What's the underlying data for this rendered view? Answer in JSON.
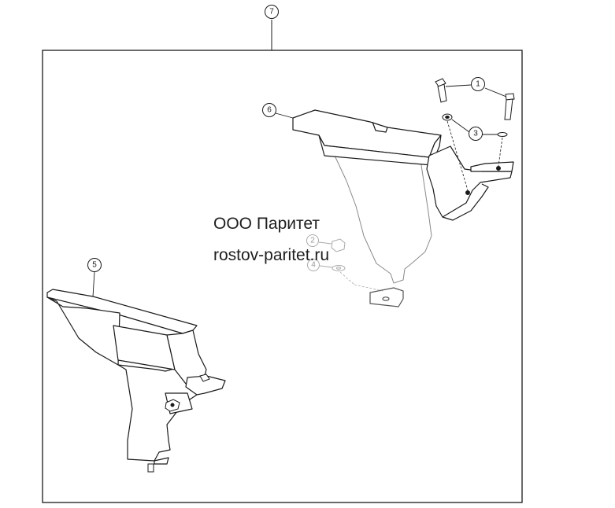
{
  "diagram": {
    "callouts": [
      {
        "id": "callout-1",
        "text": "1"
      },
      {
        "id": "callout-2",
        "text": "2"
      },
      {
        "id": "callout-3",
        "text": "3"
      },
      {
        "id": "callout-4",
        "text": "4"
      },
      {
        "id": "callout-5",
        "text": "5"
      },
      {
        "id": "callout-6",
        "text": "6"
      },
      {
        "id": "callout-7",
        "text": "7"
      }
    ]
  },
  "watermark": {
    "line1": "ООО Паритет",
    "line2": "rostov-paritet.ru"
  },
  "colors": {
    "line": "#1a1a1a",
    "faint": "#a8a8a8",
    "fill": "#ffffff"
  }
}
